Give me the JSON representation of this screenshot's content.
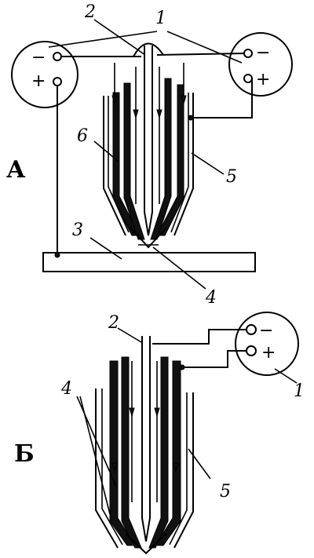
{
  "labels": {
    "a": {
      "part_a": "А",
      "n1": "1",
      "n2": "2",
      "n3": "3",
      "n4": "4",
      "n5": "5",
      "n6": "6"
    },
    "b": {
      "part_b": "Б",
      "n1": "1",
      "n2": "2",
      "n4": "4",
      "n5": "5"
    }
  },
  "terminals": {
    "minus": "−",
    "plus": "+"
  }
}
